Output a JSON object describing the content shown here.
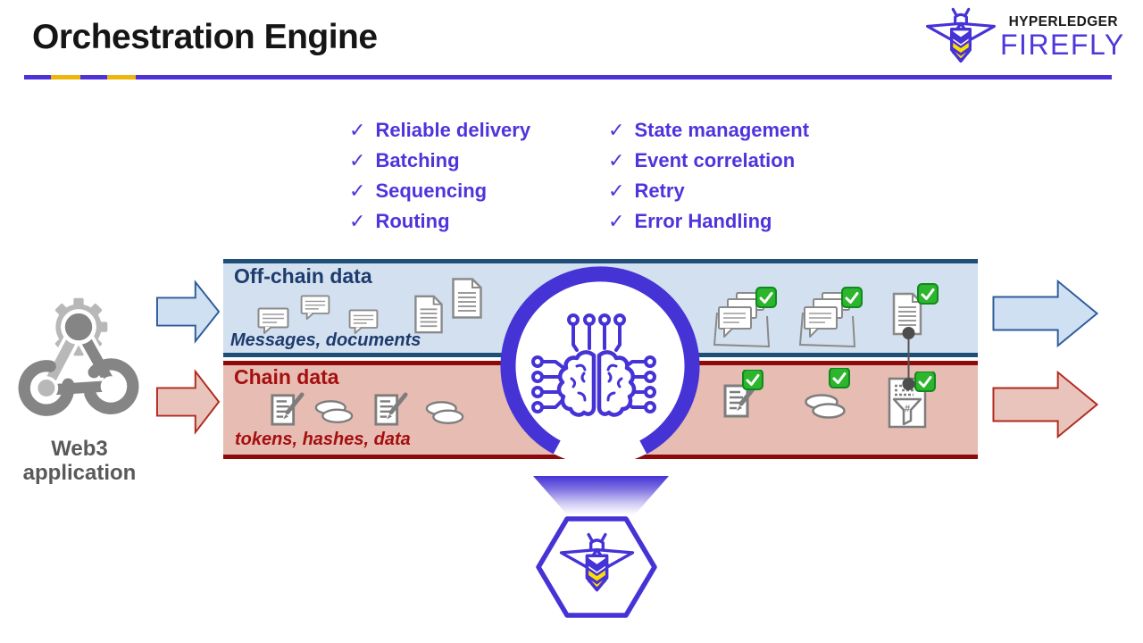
{
  "header": {
    "title": "Orchestration Engine"
  },
  "logo": {
    "brand": "HYPERLEDGER",
    "product": "FIREFLY"
  },
  "checklist": {
    "check_glyph": "✓",
    "left": [
      "Reliable delivery",
      "Batching",
      "Sequencing",
      "Routing"
    ],
    "right": [
      "State management",
      "Event correlation",
      "Retry",
      "Error Handling"
    ]
  },
  "web3": {
    "label_line1": "Web3",
    "label_line2": "application"
  },
  "bands": {
    "offchain": {
      "title": "Off-chain data",
      "caption": "Messages, documents"
    },
    "chain": {
      "title": "Chain data",
      "caption": "tokens, hashes, data"
    }
  },
  "icons": {
    "hash_glyph": "#",
    "bee": "firefly-bee-icon",
    "web3": "gear-network-icon",
    "message": "speech-bubble-icon",
    "document": "document-icon",
    "contract": "smart-contract-icon",
    "coins": "coins-icon",
    "batch": "message-batch-icon",
    "check_badge": "green-check-badge-icon",
    "hash_doc": "hash-funnel-document-icon",
    "brain": "circuit-brain-icon",
    "arrow": "flow-arrow-icon",
    "hexagon": "firefly-hexagon-icon"
  },
  "colors": {
    "accent_purple": "#4633d6",
    "text_purple": "#5133dc",
    "navy": "#1e3b6d",
    "navy_border": "#1f4e79",
    "band_blue": "#d3e0f0",
    "dark_red": "#a50f0f",
    "red_border": "#8e0a0a",
    "band_red": "#e6bcb3",
    "arrow_blue_fill": "#cfe0f2",
    "arrow_blue_border": "#2e5c9a",
    "arrow_red_fill": "#e9c4bc",
    "arrow_red_border": "#b02a1d",
    "check_green": "#2db52d",
    "bee_yellow": "#ffdf00",
    "divider_yellow": "#edb50e",
    "icon_gray": "#8a8a8a",
    "label_gray": "#595959"
  }
}
